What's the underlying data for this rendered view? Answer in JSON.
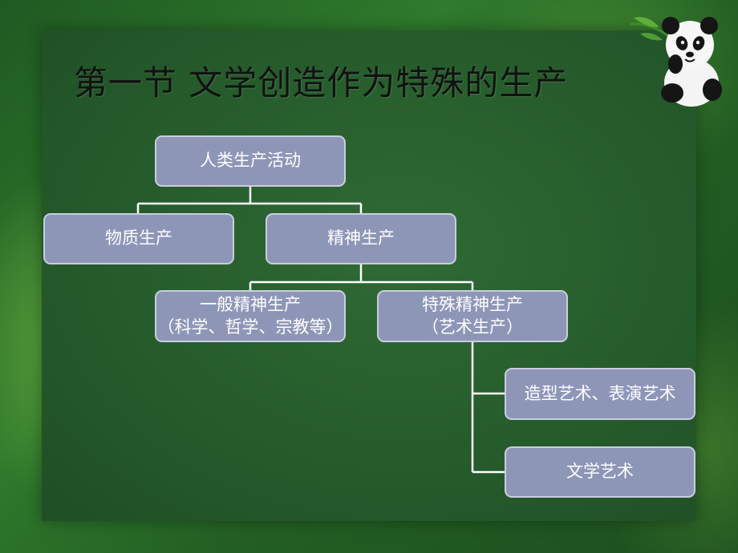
{
  "slide": {
    "title": "第一节  文学创造作为特殊的生产"
  },
  "diagram": {
    "root": "人类生产活动",
    "material": "物质生产",
    "spiritual": "精神生产",
    "general_line1": "一般精神生产",
    "general_line2": "（科学、哲学、宗教等）",
    "special_line1": "特殊精神生产",
    "special_line2": "（艺术生产）",
    "plastic_performing": "造型艺术、表演艺术",
    "literary": "文学艺术"
  },
  "colors": {
    "node_fill": "#8e96b8",
    "node_border": "#c9cde0",
    "connector": "#ffffff",
    "title_text": "#111111"
  },
  "icons": [
    "panda-icon",
    "bamboo-leaf-icon"
  ]
}
